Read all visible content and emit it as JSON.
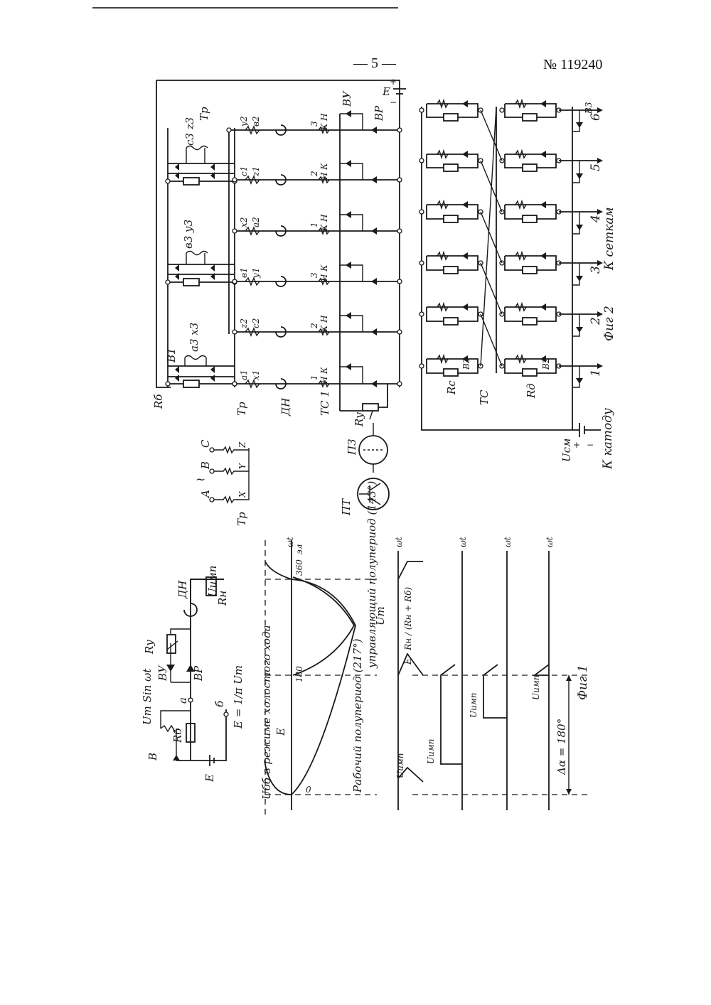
{
  "header": {
    "page_number": "— 5 —",
    "patent_number": "№ 119240"
  },
  "fig2": {
    "caption": "Фиг 2",
    "label_Rb": "Rб",
    "label_Tr": "Тр",
    "label_DN": "ДН",
    "label_TC1": "ТС 1",
    "label_Ry": "Rу",
    "label_VU": "ВУ",
    "label_VR": "ВР",
    "label_E": "E",
    "label_B1": "В1",
    "label_a3x3": "а3 х3",
    "label_b3y3": "в3 у3",
    "label_c3z3": "с3 z3",
    "label_Tr_top": "Тр",
    "primary_labels": [
      "A",
      "B",
      "C"
    ],
    "primary_ends": [
      "X",
      "Y",
      "Z"
    ],
    "label_PZ": "ПЗ",
    "label_PT": "ПТ",
    "label_Tr_primary": "Тр",
    "label_Ucm": "Uсм",
    "label_to_cathode": "К катоду",
    "label_to_grids": "К сеткам",
    "outputs": [
      "1",
      "2",
      "3",
      "4",
      "5",
      "6"
    ],
    "label_Rc": "Rс",
    "label_TC": "ТС",
    "label_Rd": "Rд",
    "label_B2": "В2",
    "label_B3": "В3",
    "winding_columns": [
      {
        "top": "a1",
        "bot": "x1",
        "coil_num": "1",
        "ends": "Н К"
      },
      {
        "top": "z2",
        "bot": "c2",
        "coil_num": "2",
        "ends": "К Н"
      },
      {
        "top": "в1",
        "bot": "у1",
        "coil_num": "3",
        "ends": "Н К"
      },
      {
        "top": "x2",
        "bot": "a2",
        "coil_num": "1",
        "ends": "К Н"
      },
      {
        "top": "c1",
        "bot": "z1",
        "coil_num": "2",
        "ends": "Н К"
      },
      {
        "top": "у2",
        "bot": "в2",
        "coil_num": "3",
        "ends": "К Н"
      }
    ],
    "grid_left_nums": [
      "1",
      "2",
      "3",
      "1",
      "2",
      "3"
    ],
    "grid_right_nums": [
      "1",
      "2",
      "3",
      "1",
      "2",
      "3"
    ]
  },
  "fig1": {
    "caption": "Фиг 1",
    "formula_source": "Um Sin ωt",
    "label_B": "В",
    "label_Rb": "Rб",
    "label_a": "а",
    "label_b": "б",
    "label_VU": "ВУ",
    "label_VR": "ВР",
    "label_Ry": "Rу",
    "label_DN": "ДН",
    "label_Rn": "Rн",
    "label_Uimp_out": "Uимп",
    "label_E_formula": "E = 1/π Um",
    "label_E_batt": "E",
    "graph_title": "Uбб в режиме холостого хода",
    "label_Um": "Um",
    "label_E": "E",
    "tick_0": "0",
    "tick_180": "180",
    "tick_360": "360",
    "unit_el": "эл",
    "label_wt": "ωt",
    "working_half": "Рабочий полупериод (217°)",
    "control_half": "управляющий полупериод (143°)",
    "label_Uimp": "Uимп",
    "label_ratio": "E · Rн / (Rн + Rб)",
    "delta_alpha": "Δα = 180°"
  }
}
